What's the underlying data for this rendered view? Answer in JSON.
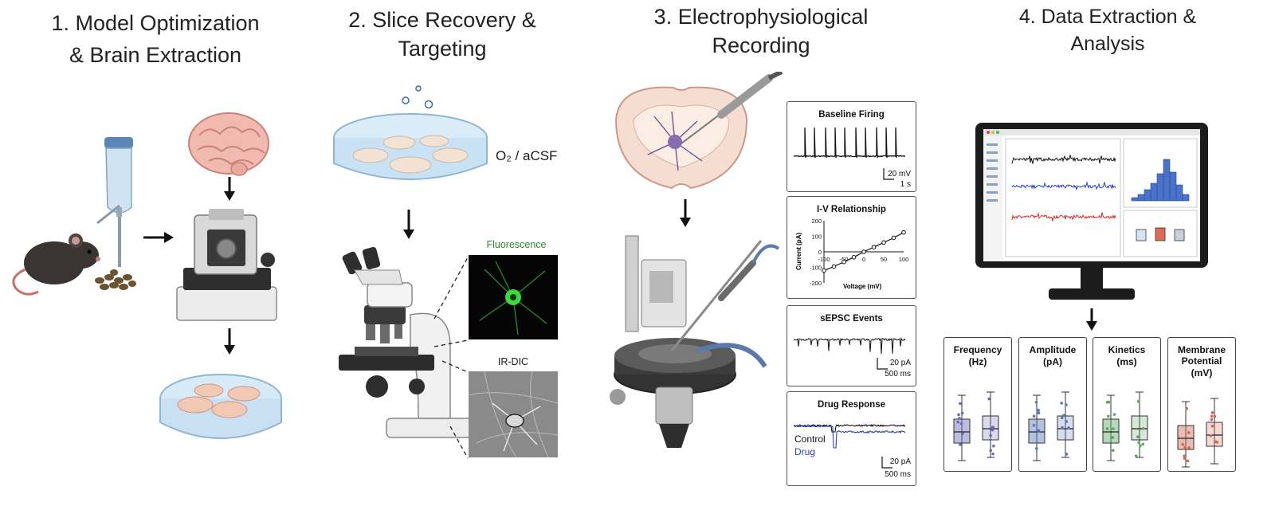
{
  "steps": [
    {
      "title_l1": "1. Model Optimization",
      "title_l2": "& Brain Extraction"
    },
    {
      "title_l1": "2. Slice Recovery &",
      "title_l2": "Targeting"
    },
    {
      "title_l1": "3. Electrophysiological",
      "title_l2": "Recording"
    },
    {
      "title_l1": "4. Data Extraction &",
      "title_l2": "Analysis"
    }
  ],
  "recovery": {
    "gas_label": "O₂ / aCSF"
  },
  "imaging": {
    "fluorescence_label": "Fluorescence",
    "irdic_label": "IR-DIC"
  },
  "panels": {
    "baseline": {
      "title": "Baseline Firing",
      "scale_v": "20 mV",
      "scale_t": "1 s"
    },
    "iv": {
      "title": "I-V Relationship",
      "ylabel": "Current (pA)",
      "xlabel": "Voltage (mV)",
      "yticks": [
        "200",
        "100",
        "0",
        "-100",
        "-200"
      ],
      "xticks": [
        "-100",
        "-50",
        "0",
        "50",
        "100"
      ]
    },
    "sepsc": {
      "title": "sEPSC Events",
      "scale_v": "20 pA",
      "scale_t": "500 ms"
    },
    "drug": {
      "title": "Drug Response",
      "control_label": "Control",
      "drug_label": "Drug",
      "scale_v": "20 pA",
      "scale_t": "500 ms"
    }
  },
  "metrics": [
    {
      "title": "Frequency",
      "unit": "(Hz)",
      "color": "#6a6ab8"
    },
    {
      "title": "Amplitude",
      "unit": "(pA)",
      "color": "#5a78b8"
    },
    {
      "title": "Kinetics",
      "unit": "(ms)",
      "color": "#5aa862"
    },
    {
      "title_l1": "Membrane",
      "title_l2": "Potential",
      "unit": "(mV)",
      "color": "#d06a55"
    }
  ],
  "chart_data": {
    "type": "line",
    "title": "I-V Relationship",
    "xlabel": "Voltage (mV)",
    "ylabel": "Current (pA)",
    "x": [
      -100,
      -75,
      -50,
      -25,
      0,
      25,
      50,
      75,
      100
    ],
    "series": [
      {
        "values": [
          -120,
          -95,
          -65,
          -35,
          0,
          30,
          60,
          90,
          125
        ]
      }
    ],
    "xlim": [
      -100,
      100
    ],
    "ylim": [
      -200,
      200
    ]
  },
  "colors": {
    "control": "#111111",
    "drug": "#2840b8",
    "fluorescence": "#2a8a2a",
    "trace_blue": "#2a3ec8",
    "trace_red": "#d22a2a"
  }
}
